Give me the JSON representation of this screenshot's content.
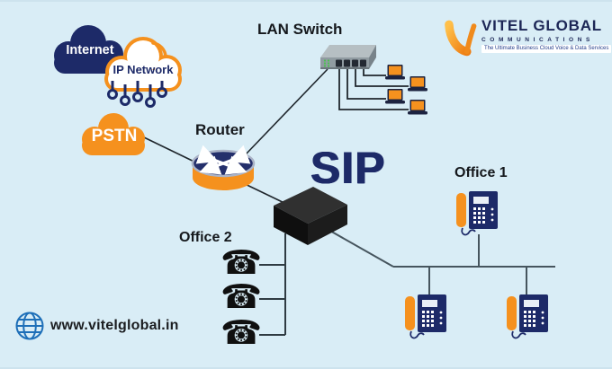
{
  "diagram": {
    "internet_label": "Internet",
    "ip_network_label": "IP Network",
    "pstn_label": "PSTN",
    "router_label": "Router",
    "lan_switch_label": "LAN Switch",
    "sip_label": "SIP",
    "office1_label": "Office 1",
    "office2_label": "Office 2",
    "counts": {
      "lan_computers": 4,
      "office2_phones": 3,
      "office1_phones": 3
    }
  },
  "icons": {
    "desk_phone": "☎"
  },
  "branding": {
    "logo_title": "VITEL GLOBAL",
    "logo_subtitle": "COMMUNICATIONS",
    "logo_tagline": "The Ultimate Business Cloud Voice & Data Services",
    "website": "www.vitelglobal.in"
  },
  "colors": {
    "background": "#d9edf6",
    "navy": "#1d2a68",
    "orange": "#f5911e",
    "line_dark": "#1f262c",
    "line_gray": "#46555e",
    "switch_gray": "#909ba1",
    "logo_navy": "#1c2656"
  }
}
